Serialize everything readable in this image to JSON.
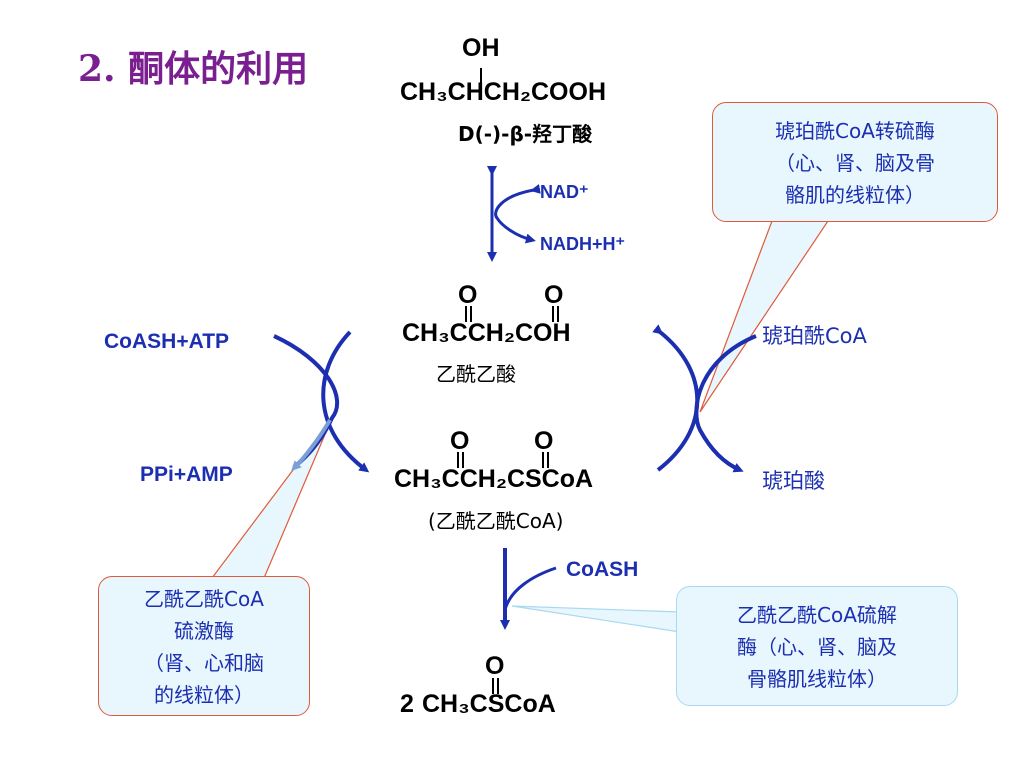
{
  "title": "2. 酮体的利用",
  "compounds": {
    "hydroxybutyrate": {
      "top_group": "OH",
      "formula": "CH₃CHCH₂COOH",
      "name": "D(-)-β-羟丁酸"
    },
    "acetoacetate": {
      "top_groups": [
        "O",
        "O"
      ],
      "formula": "CH₃CCH₂COH",
      "name": "乙酰乙酸"
    },
    "acetoacetyl_coa": {
      "top_groups": [
        "O",
        "O"
      ],
      "formula": "CH₃CCH₂CSCoA",
      "name": "(乙酰乙酰CoA)"
    },
    "acetyl_coa": {
      "top_group": "O",
      "coefficient": "2",
      "formula": "CH₃CSCoA"
    }
  },
  "reaction_labels": {
    "nad": "NAD⁺",
    "nadh": "NADH+H⁺",
    "coash_atp": "CoASH+ATP",
    "ppi_amp": "PPi+AMP",
    "succinyl_coa": "琥珀酰CoA",
    "succinate": "琥珀酸",
    "coash": "CoASH"
  },
  "callouts": {
    "transferase": [
      "琥珀酰CoA转硫酶",
      "（心、肾、脑及骨",
      "骼肌的线粒体）"
    ],
    "thiokinase": [
      "乙酰乙酰CoA",
      "硫激酶",
      "（肾、心和脑",
      "的线粒体）"
    ],
    "thiolase": [
      "乙酰乙酰CoA硫解",
      "酶（心、肾、脑及",
      "骨骼肌线粒体）"
    ]
  },
  "colors": {
    "title": "#7a1f8f",
    "arrow": "#1c2fb0",
    "callout_fill": "#e8f6fd",
    "callout_border": "#e05a3a"
  }
}
